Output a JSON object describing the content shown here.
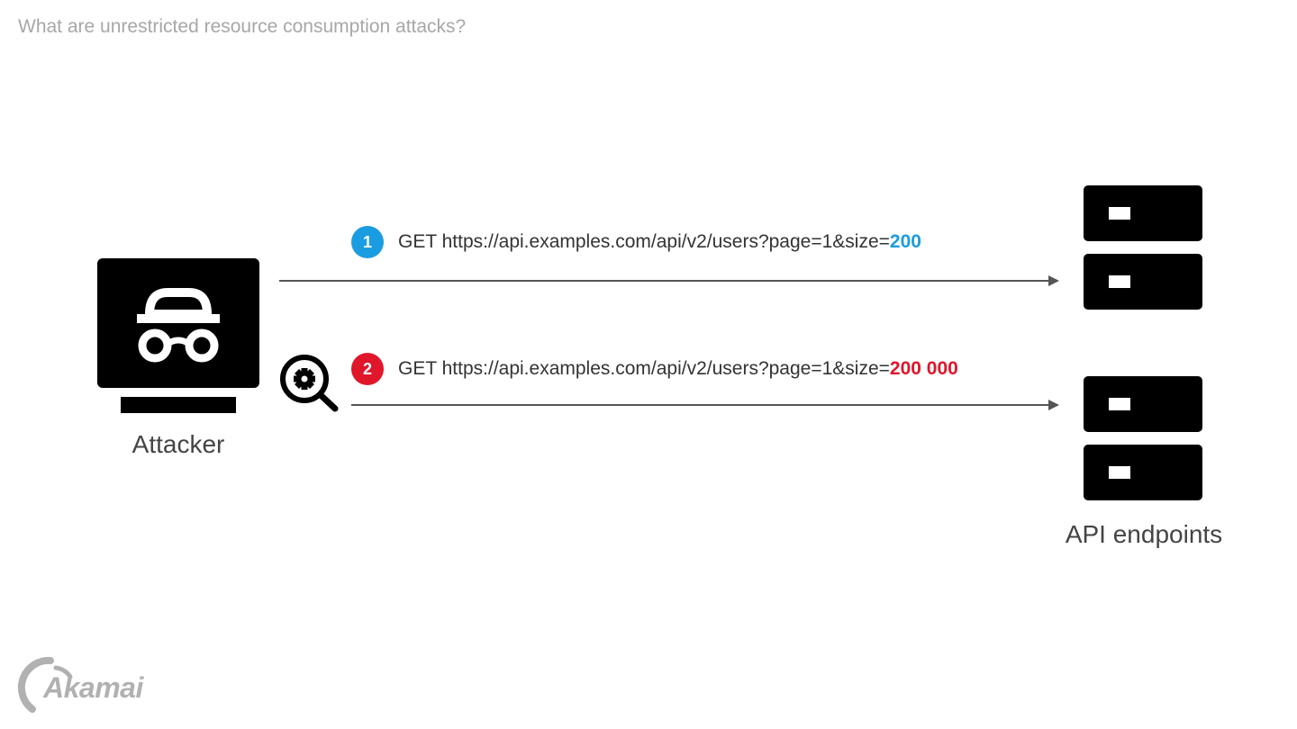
{
  "page_title": "What are unrestricted resource consumption attacks?",
  "attacker": {
    "label": "Attacker",
    "icon": "incognito-monitor-icon"
  },
  "endpoints": {
    "label": "API endpoints",
    "icon": "server-stack-icon"
  },
  "requests": [
    {
      "step": "1",
      "text": "GET https://api.examples.com/api/v2/users?page=1&size=",
      "highlight": "200",
      "color": "#1a9de0"
    },
    {
      "step": "2",
      "text": "GET https://api.examples.com/api/v2/users?page=1&size=",
      "highlight": "200 000",
      "color": "#e0162b"
    }
  ],
  "inspect_icon": "magnifier-gear-icon",
  "logo": {
    "text": "Akamai",
    "color": "#b1b1b1"
  }
}
